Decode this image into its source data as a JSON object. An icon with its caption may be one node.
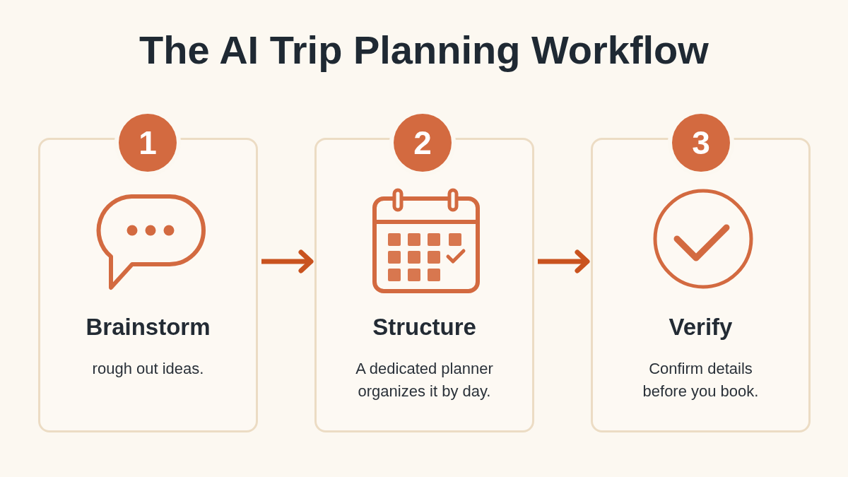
{
  "diagram": {
    "title": "The AI Trip Planning Workflow",
    "nodes": [
      {
        "text": [
          "1"
        ]
      },
      {
        "text": [
          "Brainstorm",
          "rough out ideas."
        ]
      },
      {
        "text": [
          "2"
        ]
      },
      {
        "text": [
          "Structure",
          "A dedicated planner organizes it by day."
        ]
      },
      {
        "text": [
          "3"
        ]
      },
      {
        "text": [
          "Verify",
          "Confirm details before you book."
        ]
      }
    ],
    "edges": [
      {
        "from": 1,
        "to": 3,
        "arrow": "to"
      },
      {
        "from": 3,
        "to": 5,
        "arrow": "to"
      }
    ]
  }
}
